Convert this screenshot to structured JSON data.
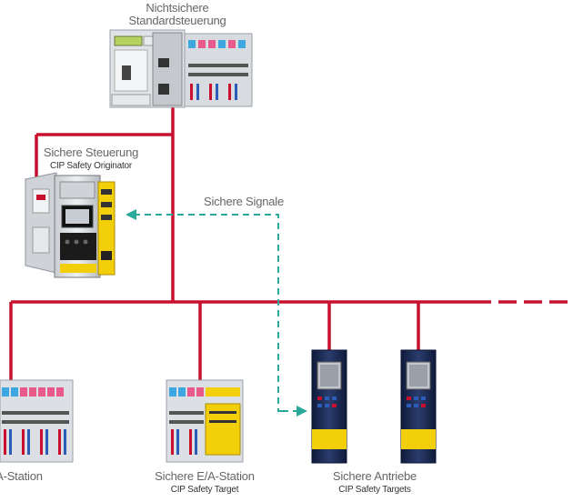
{
  "labels": {
    "top_controller_line1": "Nichtsichere",
    "top_controller_line2": "Standardsteuerung",
    "safe_controller_title": "Sichere Steuerung",
    "safe_controller_sub": "CIP Safety Originator",
    "signal_label": "Sichere Signale",
    "io_station": "E/A-Station",
    "safe_io_station": "Sichere E/A-Station",
    "safe_io_sub": "CIP Safety Target",
    "safe_drives": "Sichere Antriebe",
    "safe_drives_sub": "CIP Safety Targets"
  },
  "colors": {
    "bus": "#c8102e",
    "signal": "#2aa89a",
    "drive_body": "#1c2a52",
    "drive_yellow": "#f2cf0a",
    "label_gray": "#666666"
  },
  "icons": [
    "plc-device-icon",
    "safety-controller-icon",
    "io-station-icon",
    "safe-io-station-icon",
    "drive-icon"
  ]
}
